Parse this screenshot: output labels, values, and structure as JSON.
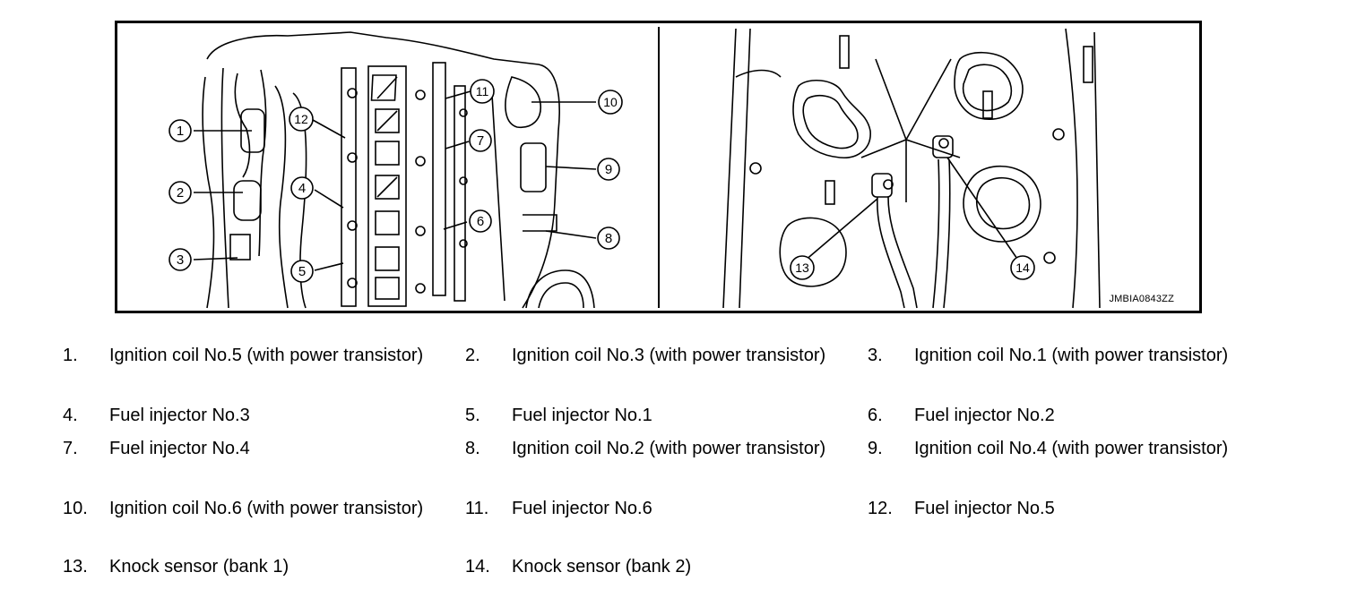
{
  "figure": {
    "code": "JMBIA0843ZZ",
    "callouts": [
      "1",
      "2",
      "3",
      "4",
      "5",
      "6",
      "7",
      "8",
      "9",
      "10",
      "11",
      "12",
      "13",
      "14"
    ]
  },
  "legend": [
    {
      "num": "1.",
      "text": "Ignition coil No.5 (with power transistor)"
    },
    {
      "num": "2.",
      "text": "Ignition coil No.3 (with power transistor)"
    },
    {
      "num": "3.",
      "text": "Ignition coil No.1 (with power transistor)"
    },
    {
      "num": "4.",
      "text": "Fuel injector No.3"
    },
    {
      "num": "5.",
      "text": "Fuel injector No.1"
    },
    {
      "num": "6.",
      "text": "Fuel injector No.2"
    },
    {
      "num": "7.",
      "text": "Fuel injector No.4"
    },
    {
      "num": "8.",
      "text": "Ignition coil No.2 (with power transistor)"
    },
    {
      "num": "9.",
      "text": "Ignition coil No.4 (with power transistor)"
    },
    {
      "num": "10.",
      "text": "Ignition coil No.6 (with power transistor)"
    },
    {
      "num": "11.",
      "text": "Fuel injector No.6"
    },
    {
      "num": "12.",
      "text": "Fuel injector No.5"
    },
    {
      "num": "13.",
      "text": "Knock sensor (bank 1)"
    },
    {
      "num": "14.",
      "text": "Knock sensor (bank 2)"
    }
  ]
}
